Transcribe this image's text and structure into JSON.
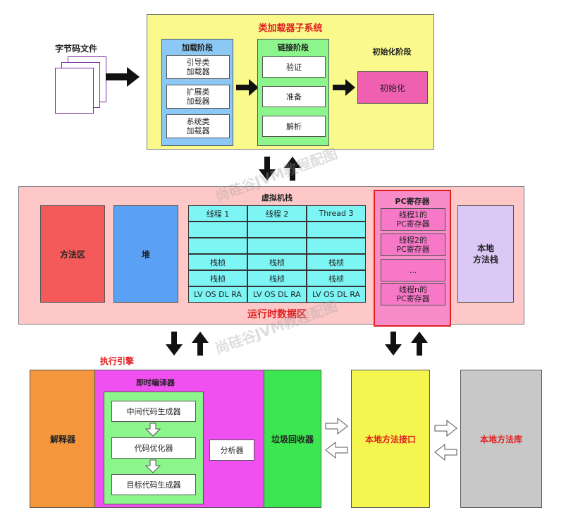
{
  "bytecode": {
    "label": "字节码文件"
  },
  "classloader": {
    "title": "类加载器子系统",
    "loading": {
      "title": "加载阶段",
      "items": [
        "引导类\n加载器",
        "扩展类\n加载器",
        "系统类\n加载器"
      ]
    },
    "linking": {
      "title": "链接阶段",
      "items": [
        "验证",
        "准备",
        "解析"
      ]
    },
    "init": {
      "title": "初始化阶段",
      "box": "初始化"
    }
  },
  "runtime": {
    "title": "运行时数据区",
    "method_area": "方法区",
    "heap": "堆",
    "vm_stack": {
      "title": "虚拟机栈",
      "threads": [
        "线程 1",
        "线程 2",
        "Thread 3"
      ],
      "rows": [
        "",
        "",
        "栈桢",
        "栈桢",
        "LV OS DL RA"
      ]
    },
    "pc": {
      "title": "PC寄存器",
      "items": [
        "线程1的\nPC寄存器",
        "线程2的\nPC寄存器",
        "...",
        "线程n的\nPC寄存器"
      ]
    },
    "native_stack": "本地\n方法栈"
  },
  "engine": {
    "title": "执行引擎",
    "interpreter": "解释器",
    "jit": {
      "title": "即时编译器",
      "steps": [
        "中间代码生成器",
        "代码优化器",
        "目标代码生成器"
      ],
      "analyzer": "分析器"
    },
    "gc": "垃圾回收器"
  },
  "native_interface": "本地方法接口",
  "native_library": "本地方法库",
  "watermark": "尚硅谷JVM教程配图",
  "colors": {
    "classloader_bg": "#fafa8c",
    "loading_bg": "#8cc8f5",
    "linking_bg": "#8cf58c",
    "init_box": "#f060b0",
    "runtime_bg": "#ffc8c8",
    "method_area": "#f55a5a",
    "heap": "#5aa0f5",
    "stack_cell": "#7ef5f5",
    "pc_bg": "#f88cc8",
    "native_stack": "#dcc8f5",
    "interpreter": "#f5963c",
    "jit_bg": "#f050f0",
    "gc": "#3ce650",
    "native_interface": "#f5f550",
    "native_library": "#c8c8c8",
    "highlight": "#e02020"
  }
}
